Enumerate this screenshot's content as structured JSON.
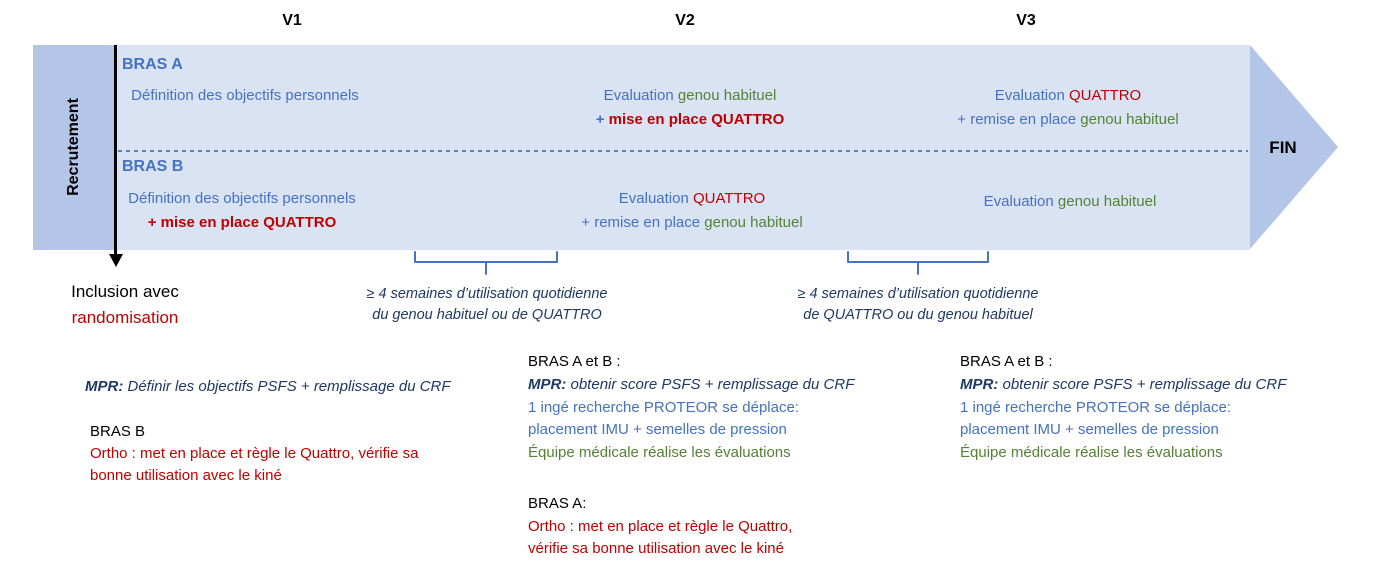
{
  "palette": {
    "banner_fill": "#dae3f3",
    "banner_accent": "#b4c6e7",
    "text_blue": "#4472c4",
    "text_green": "#548235",
    "text_red": "#c00000",
    "text_navy": "#1f3864",
    "text_black": "#000000"
  },
  "header": {
    "v1": "V1",
    "v2": "V2",
    "v3": "V3"
  },
  "banner": {
    "recruitment_label": "Recrutement",
    "fin_label": "FIN",
    "bras_a": {
      "label": "BRAS A",
      "v1_line1": "Définition des objectifs personnels",
      "v2_line1_blue": "Evaluation ",
      "v2_line1_green": "genou habituel",
      "v2_line2_blue": "+ ",
      "v2_line2_red": "mise en place QUATTRO",
      "v3_line1_blue": "Evaluation ",
      "v3_line1_red": "QUATTRO",
      "v3_line2_blue": "+ remise en place ",
      "v3_line2_green": "genou habituel"
    },
    "bras_b": {
      "label": "BRAS B",
      "v1_line1": "Définition des objectifs personnels",
      "v1_line2": "+ mise en place QUATTRO",
      "v2_line1_blue": "Evaluation ",
      "v2_line1_red": "QUATTRO",
      "v2_line2_blue": "+ remise en place ",
      "v2_line2_green": "genou habituel",
      "v3_line1_blue": "Evaluation ",
      "v3_line1_green": "genou habituel"
    }
  },
  "inclusion": {
    "line1": "Inclusion avec",
    "line2": "randomisation"
  },
  "braces": {
    "left": {
      "line1": "≥ 4 semaines d’utilisation quotidienne",
      "line2": "du genou habituel ou de QUATTRO"
    },
    "right": {
      "line1": "≥ 4 semaines d’utilisation quotidienne",
      "line2": "de QUATTRO ou du genou habituel"
    }
  },
  "notes": {
    "v1": {
      "mpr_bold": "MPR:",
      "mpr_rest": " Définir les objectifs PSFS + remplissage du CRF",
      "bras_b_title": "BRAS B",
      "ortho_line1": "Ortho : met en place et règle le Quattro, vérifie sa",
      "ortho_line2": "bonne utilisation avec le kiné"
    },
    "v2": {
      "title": "BRAS A et B :",
      "mpr_bold": "MPR:",
      "mpr_rest": " obtenir score PSFS + remplissage du CRF",
      "proteor_line1": "1 ingé recherche PROTEOR se déplace:",
      "proteor_line2": "placement IMU + semelles de pression",
      "equipe_line": "Équipe médicale réalise les évaluations",
      "bras_a_title": "BRAS A:",
      "ortho_line1": "Ortho : met en place et règle le Quattro,",
      "ortho_line2": "vérifie sa bonne utilisation avec le kiné"
    },
    "v3": {
      "title": "BRAS A et B :",
      "mpr_bold": "MPR:",
      "mpr_rest": " obtenir score PSFS + remplissage du CRF",
      "proteor_line1": "1 ingé recherche PROTEOR se déplace:",
      "proteor_line2": "placement IMU + semelles de pression",
      "equipe_line": "Équipe médicale réalise les évaluations"
    }
  }
}
